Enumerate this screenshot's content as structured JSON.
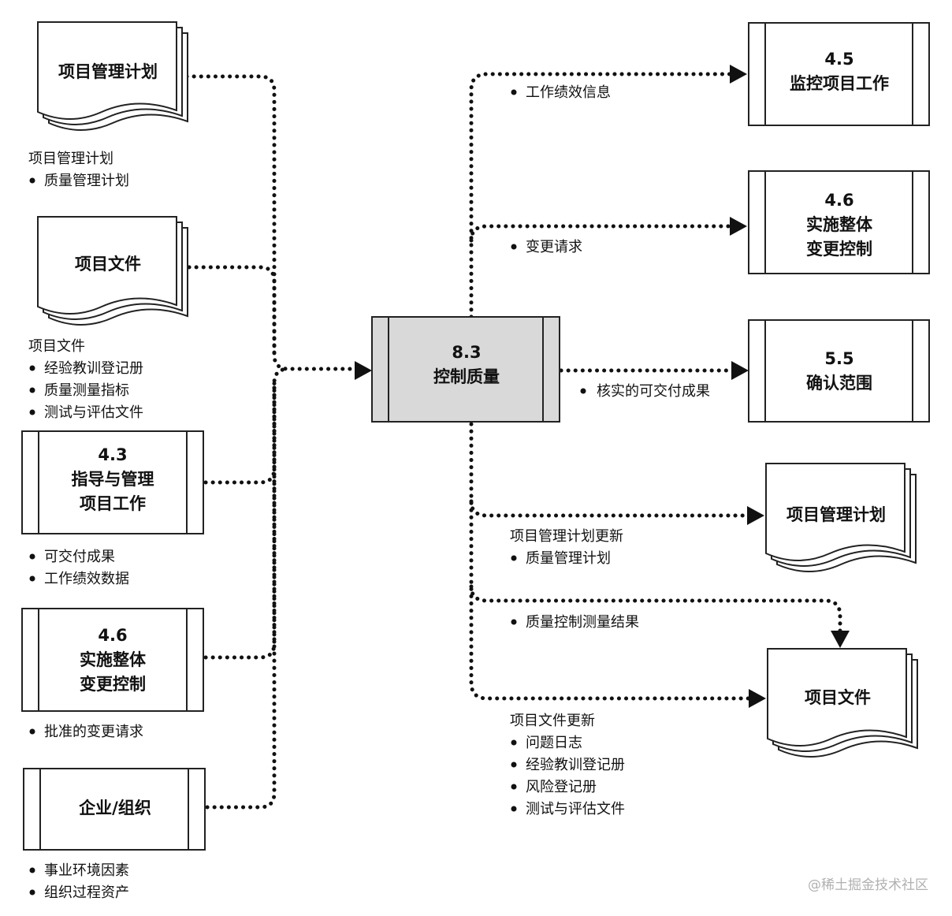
{
  "center": {
    "number": "8.3",
    "title": "控制质量"
  },
  "inputs": [
    {
      "kind": "document",
      "title_lines": [
        "项目管理计划"
      ],
      "caption_head": "项目管理计划",
      "bullets": [
        "质量管理计划"
      ]
    },
    {
      "kind": "document",
      "title_lines": [
        "项目文件"
      ],
      "caption_head": "项目文件",
      "bullets": [
        "经验教训登记册",
        "质量测量指标",
        "测试与评估文件"
      ]
    },
    {
      "kind": "process",
      "title_lines": [
        "4.3",
        "指导与管理",
        "项目工作"
      ],
      "caption_head": "",
      "bullets": [
        "可交付成果",
        "工作绩效数据"
      ]
    },
    {
      "kind": "process",
      "title_lines": [
        "4.6",
        "实施整体",
        "变更控制"
      ],
      "caption_head": "",
      "bullets": [
        "批准的变更请求"
      ]
    },
    {
      "kind": "process",
      "title_lines": [
        "企业/组织"
      ],
      "caption_head": "",
      "bullets": [
        "事业环境因素",
        "组织过程资产"
      ]
    }
  ],
  "outputs": [
    {
      "kind": "process",
      "title_lines": [
        "4.5",
        "监控项目工作"
      ],
      "caption_head": "",
      "bullets": [
        "工作绩效信息"
      ]
    },
    {
      "kind": "process",
      "title_lines": [
        "4.6",
        "实施整体",
        "变更控制"
      ],
      "caption_head": "",
      "bullets": [
        "变更请求"
      ]
    },
    {
      "kind": "process",
      "title_lines": [
        "5.5",
        "确认范围"
      ],
      "caption_head": "",
      "bullets": [
        "核实的可交付成果"
      ]
    },
    {
      "kind": "document",
      "title_lines": [
        "项目管理计划"
      ],
      "caption_head": "项目管理计划更新",
      "bullets": [
        "质量管理计划"
      ]
    },
    {
      "kind": "document",
      "title_lines": [
        "项目文件"
      ],
      "caption_head": "",
      "bullets": [
        "质量控制测量结果"
      ]
    },
    {
      "kind": "label-only",
      "title_lines": [],
      "caption_head": "项目文件更新",
      "bullets": [
        "问题日志",
        "经验教训登记册",
        "风险登记册",
        "测试与评估文件"
      ]
    }
  ],
  "watermark": "@稀土掘金技术社区"
}
